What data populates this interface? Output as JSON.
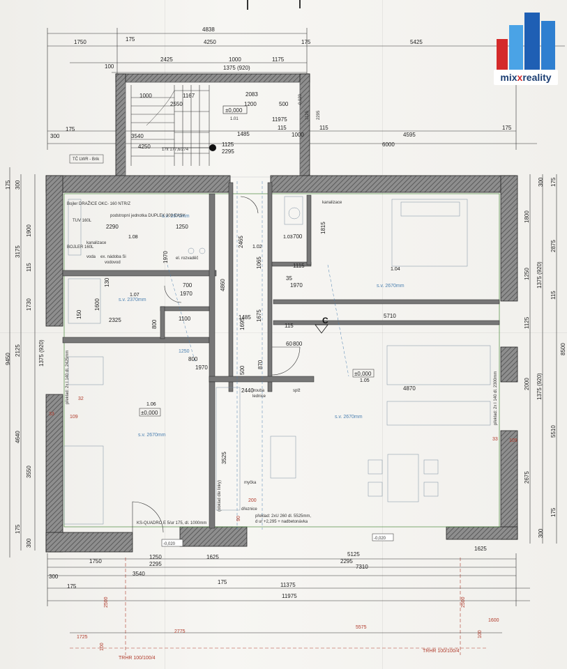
{
  "brand": {
    "logo_text_a": "mix",
    "logo_text_b": "reality",
    "colors": {
      "blue": "#1f5fb4",
      "light_blue": "#4aa3e6",
      "red": "#d42a2a",
      "navy": "#1d3f73"
    }
  },
  "dims_top": {
    "d4838": "4838",
    "d175a": "175",
    "d1750": "1750",
    "d4250": "4250",
    "d5425": "5425",
    "d175b": "175",
    "d2425": "2425",
    "d1000": "1000",
    "d1175": "1175",
    "d1375": "1375 (920)",
    "d100": "100"
  },
  "dims_stair": {
    "d1000": "1000",
    "d1167": "1167",
    "d2083": "2083",
    "d2550": "2550",
    "d1200": "1200",
    "d500": "500",
    "d0000": "±0,000",
    "d101": "1.01",
    "d11975": "11975",
    "d1485": "1485",
    "d115": "115",
    "d4595": "4595",
    "d175": "175",
    "d3540": "3540",
    "d6000": "6000",
    "d4250": "4250",
    "d1125": "1125",
    "d2295": "2295",
    "d1000b": "1000",
    "d115b": "115",
    "d175c": "175",
    "d300": "300",
    "steps": "17x 177,6/274",
    "d0020": "-0,020",
    "d1125b": "1125",
    "d2295b": "2295"
  },
  "left_dims": {
    "d300a": "300",
    "d175a": "175",
    "d1900": "1900",
    "d3175": "3175",
    "d115": "115",
    "d1730": "1730",
    "d2125": "2125",
    "d1375": "1375 (920)",
    "d9450": "9450",
    "d4640": "4640",
    "d3550": "3550",
    "d175b": "175",
    "d300b": "300"
  },
  "right_dims": {
    "d300a": "300",
    "d175a": "175",
    "d1800": "1800",
    "d2875": "2875",
    "d1250": "1250",
    "d1375a": "1375 (920)",
    "d115": "115",
    "d1125": "1125",
    "d2000": "2000",
    "d1375b": "1375 (920)",
    "d8500": "8500",
    "d5510": "5510",
    "d2675": "2675",
    "d175b": "175",
    "d300b": "300"
  },
  "rooms": {
    "r102": "1.02",
    "r103": "1.03",
    "r104": "1.04",
    "r105": "1.05",
    "r106": "1.06",
    "r107": "1.07",
    "r108": "1.08",
    "level_105": "±0,000",
    "level_106": "±0,000",
    "sv_104": "s.v. 2670mm",
    "sv_105": "s.v. 2670mm",
    "sv_106": "s.v. 2670mm",
    "sv_107": "s.v. 2370mm",
    "sv_108": "s.v. 2670mm"
  },
  "interior": {
    "d2290": "2290",
    "d1250": "1250",
    "d1970a": "1970",
    "d2465": "2465",
    "d1065": "1065",
    "d4860": "4860",
    "d700a": "700",
    "d1970b": "1970",
    "d1600": "1600",
    "d2325": "2325",
    "d800": "800",
    "d1100": "1100",
    "d1485": "1485",
    "d1695": "1695",
    "d1675": "1675",
    "d870": "870",
    "d500": "500",
    "d2440": "2440",
    "d1970c": "1970",
    "d800b": "800",
    "d5710": "5710",
    "d115": "115",
    "d4870": "4870",
    "d3525": "3525",
    "d1815": "1815",
    "d700b": "700",
    "d1115": "1115",
    "d1970d": "1970",
    "d35": "35",
    "d60": "60",
    "d800c": "800",
    "d200": "200",
    "d90": "90",
    "d150": "150",
    "d130": "130",
    "d1250b": "1250"
  },
  "labels": {
    "boiler": "Bojler DRAŽICE OKC- 160 NTR/Z",
    "tuv": "TUV 160L",
    "duplex": "podstropní jednotka DUPLEX 300 EASY",
    "bojler_mr": "BOJLER 160L",
    "kanalizace": "kanalizace",
    "voda": "voda",
    "nadoba": "ex. nádoba Si",
    "vedeni": "vodovod",
    "rozvadec": "el. rozvaděč",
    "kuchyn": "(obklad dle linky)",
    "trouba": "trouba",
    "lednice": "lednice",
    "myčka": "myčka",
    "dreznice": "dřeznice",
    "splz": "splž",
    "preklad_a": "překlad: 2xU 260 dl. 5525mm,",
    "preklad_b": "d ur +2,295 + nadbetonávka",
    "preklad_left": "překlad: 2x I 140 dl. 2425mm",
    "preklad_right": "překlad: 2x I 140 dl. 2300mm",
    "ks_quadro": "KS-QUADRO E 5/ur 175, dl. 1000mm",
    "tc": "TČ LWR - Brik",
    "c_mark": "C"
  },
  "dims_bottom": {
    "d0020a": "-0,020",
    "d0020b": "-0,020",
    "d1750": "1750",
    "d1250": "1250",
    "d1625a": "1625",
    "d5125": "5125",
    "d1625b": "1625",
    "d2295a": "2295",
    "d2295b": "2295",
    "d7310": "7310",
    "d300": "300",
    "d3540": "3540",
    "d175a": "175",
    "d11375": "11375",
    "d175b": "175",
    "d11975": "11975",
    "d2500a": "2500",
    "d2500b": "2500",
    "d1725": "1725",
    "d2775": "2775",
    "d5575": "5575",
    "d1600": "1600",
    "d100a": "100",
    "d100b": "100",
    "trhr_a": "TRHR 100/100/4",
    "trhr_b": "TRHR 100/100/4",
    "d33a": "33",
    "d32": "32",
    "d109a": "109",
    "d33b": "33",
    "d109b": "109"
  }
}
